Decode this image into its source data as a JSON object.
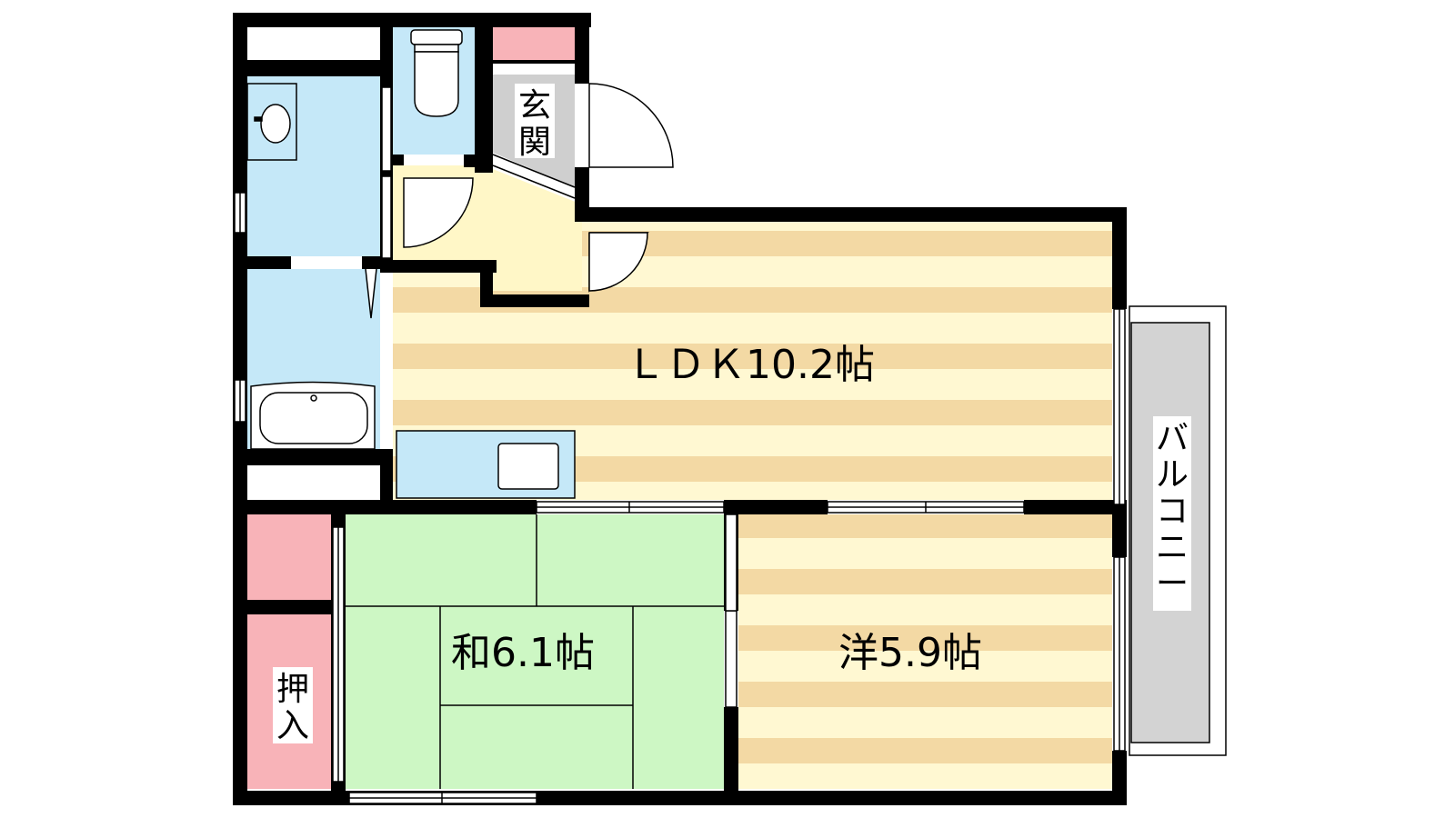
{
  "rooms": {
    "ldk": "ＬＤＫ10.2帖",
    "washitsu": "和6.1帖",
    "yoshitsu": "洋5.9帖",
    "genkan": "玄関",
    "oshiire": "押入",
    "balcony": "バルコニー"
  },
  "colors": {
    "wall": "#000000",
    "water": "#c5e8f8",
    "floor_stripe": "#f3d9a4",
    "floor_base": "#fff8d2",
    "tatami": "#cdf7c4",
    "storage": "#f8b3b8",
    "entrance": "#cfcfcf",
    "hall": "#fff7c7",
    "balcony": "#d3d3d3"
  }
}
